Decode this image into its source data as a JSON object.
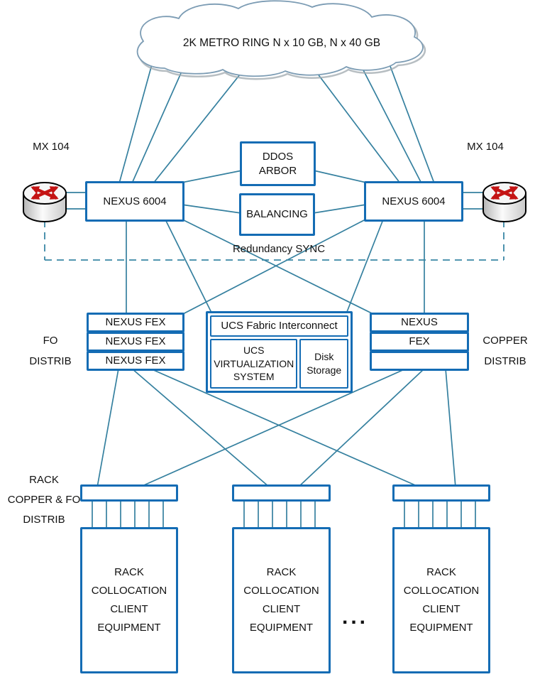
{
  "diagram": {
    "cloud": {
      "label": "2K METRO RING N x 10 GB, N x 40 GB"
    },
    "routers": {
      "left_label": "MX 104",
      "right_label": "MX 104"
    },
    "core_switches": {
      "left_label": "NEXUS 6004",
      "right_label": "NEXUS 6004"
    },
    "services": {
      "ddos_label": "DDOS\nARBOR",
      "balancing_label": "BALANCING"
    },
    "redundancy_label": "Redundancy SYNC",
    "fo_distrib_label": "FO\nDISTRIB",
    "copper_distrib_label": "COPPER\nDISTRIB",
    "fex_left": {
      "rows": [
        "NEXUS FEX",
        "NEXUS FEX",
        "NEXUS FEX"
      ]
    },
    "fex_right": {
      "rows": [
        "NEXUS",
        "FEX",
        ""
      ]
    },
    "ucs": {
      "header": "UCS Fabric Interconnect",
      "virtualization_label": "UCS\nVIRTUALIZATION\nSYSTEM",
      "disk_label": "Disk\nStorage"
    },
    "rack_distrib_label": "RACK\nCOPPER & FO\nDISTRIB",
    "racks": [
      "RACK\nCOLLOCATION\nCLIENT\nEQUIPMENT",
      "RACK\nCOLLOCATION\nCLIENT\nEQUIPMENT",
      "RACK\nCOLLOCATION\nCLIENT\nEQUIPMENT"
    ],
    "ellipsis": "...",
    "colors": {
      "box_border": "#146cb4",
      "connector_line": "#35809f",
      "router_arrow_red": "#c41414",
      "cloud_outline": "#7c9cb4"
    }
  }
}
